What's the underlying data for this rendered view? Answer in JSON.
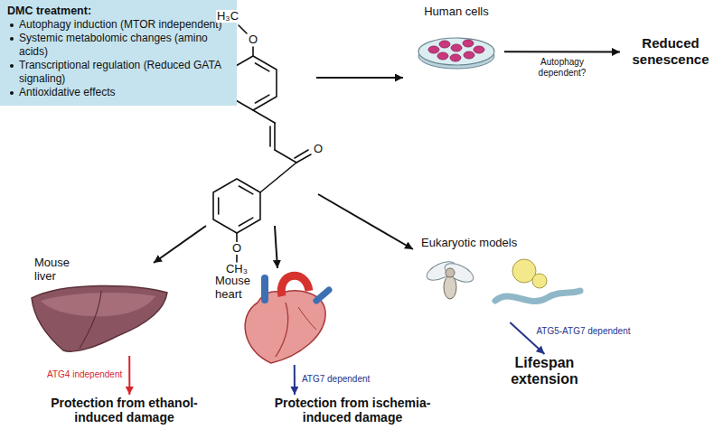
{
  "diagram": {
    "nodes": [
      {
        "text": [
          "DMC treatment:",
          "Autophagy induction (MTOR independent)",
          "Systemic metabolomic changes (amino acids)",
          "Transcriptional regulation (Reduced GATA signaling)",
          "Antioxidative effects"
        ]
      },
      {
        "text": [
          "Human cells"
        ]
      },
      {
        "text": [
          "Reduced senescence"
        ]
      },
      {
        "text": [
          "Eukaryotic models"
        ]
      },
      {
        "text": [
          "Lifespan extension"
        ]
      },
      {
        "text": [
          "Mouse liver"
        ]
      },
      {
        "text": [
          "Protection from ethanol-induced damage"
        ]
      },
      {
        "text": [
          "Mouse heart"
        ]
      },
      {
        "text": [
          "Protection from ischemia-induced damage"
        ]
      }
    ],
    "edges": [
      {
        "from": 1,
        "to": 2,
        "arrow": "to",
        "label": "Autophagy dependent?"
      },
      {
        "from": 3,
        "to": 4,
        "arrow": "to",
        "label": "ATG5-ATG7 dependent"
      },
      {
        "from": 5,
        "to": 6,
        "arrow": "to",
        "label": "ATG4 independent"
      },
      {
        "from": 7,
        "to": 8,
        "arrow": "to",
        "label": "ATG7 dependent"
      }
    ],
    "labels": [
      "H₃C",
      "O",
      "O",
      "O",
      "CH₃"
    ]
  }
}
